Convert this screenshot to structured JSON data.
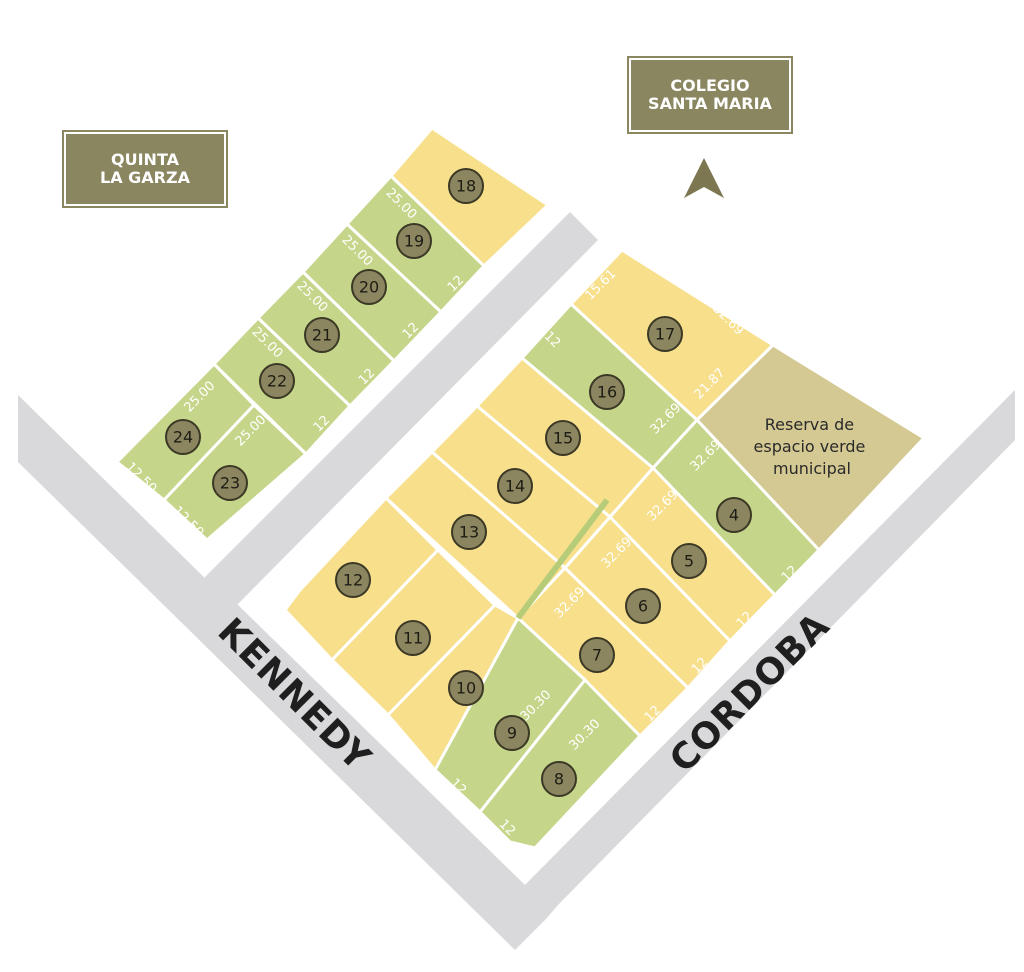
{
  "landmarks": [
    {
      "id": "quinta",
      "lines": [
        "QUINTA",
        "LA GARZA"
      ]
    },
    {
      "id": "colegio",
      "lines": [
        "COLEGIO",
        "SANTA MARIA"
      ]
    }
  ],
  "streets": {
    "kennedy": "KENNEDY",
    "cordoba": "CORDOBA"
  },
  "reserve": {
    "lines": [
      "Reserva de",
      "espacio verde",
      "municipal"
    ]
  },
  "north_icon": "north-arrow-icon",
  "colors": {
    "yellow_lot": "#f7df8c",
    "green_lot": "#c5d68a",
    "reserve": "#d4c893",
    "street": "#d9d9db",
    "badge": "#8a8660"
  },
  "lots": [
    {
      "number": "4",
      "color": "green"
    },
    {
      "number": "5",
      "color": "yellow"
    },
    {
      "number": "6",
      "color": "yellow"
    },
    {
      "number": "7",
      "color": "yellow"
    },
    {
      "number": "8",
      "color": "green"
    },
    {
      "number": "9",
      "color": "green"
    },
    {
      "number": "10",
      "color": "yellow"
    },
    {
      "number": "11",
      "color": "yellow"
    },
    {
      "number": "12",
      "color": "yellow"
    },
    {
      "number": "13",
      "color": "yellow"
    },
    {
      "number": "14",
      "color": "yellow"
    },
    {
      "number": "15",
      "color": "yellow"
    },
    {
      "number": "16",
      "color": "green"
    },
    {
      "number": "17",
      "color": "yellow"
    },
    {
      "number": "18",
      "color": "yellow"
    },
    {
      "number": "19",
      "color": "green"
    },
    {
      "number": "20",
      "color": "green"
    },
    {
      "number": "21",
      "color": "green"
    },
    {
      "number": "22",
      "color": "green"
    },
    {
      "number": "23",
      "color": "green"
    },
    {
      "number": "24",
      "color": "green"
    }
  ],
  "dimensions": {
    "d12": "12",
    "d12_50": "12.50",
    "d25": "25.00",
    "d30_30": "30.30",
    "d32_69": "32.69",
    "d15_61": "15.61",
    "d21_87": "21.87"
  }
}
